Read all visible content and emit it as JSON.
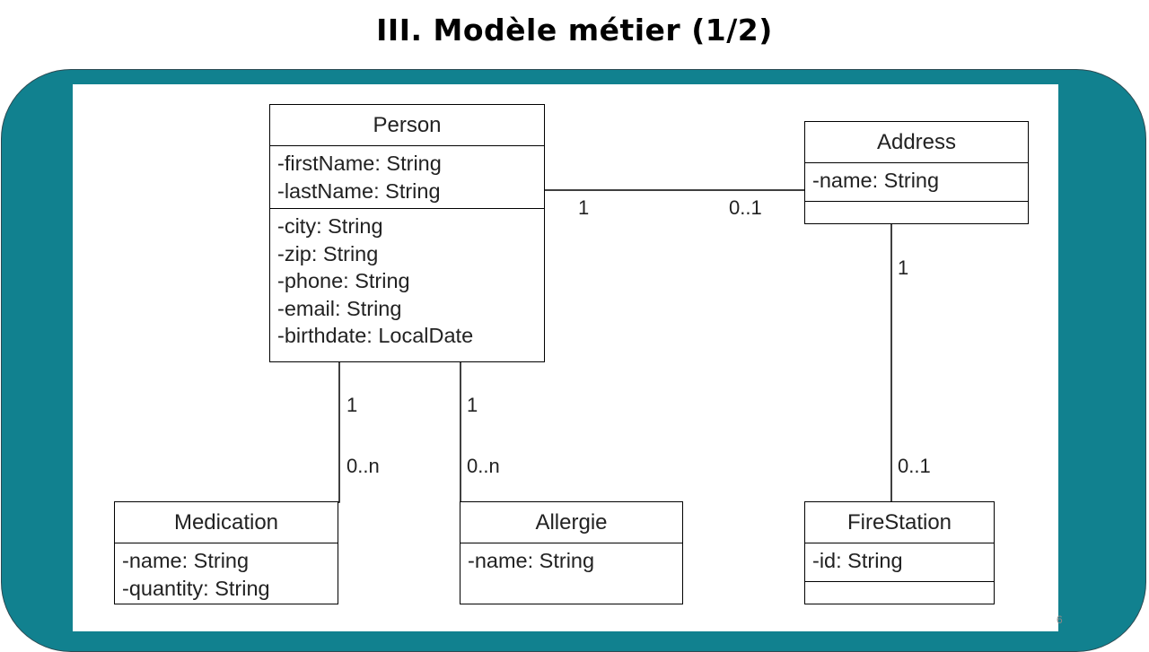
{
  "title": "III. Modèle métier (1/2)",
  "page_number": "6",
  "classes": {
    "person": {
      "name": "Person",
      "attrs1": [
        "-firstName: String",
        "-lastName: String"
      ],
      "attrs2": [
        "-city: String",
        "-zip: String",
        "-phone: String",
        "-email: String",
        "-birthdate: LocalDate"
      ]
    },
    "address": {
      "name": "Address",
      "attrs": [
        "-name: String"
      ]
    },
    "medication": {
      "name": "Medication",
      "attrs": [
        "-name: String",
        "-quantity: String"
      ]
    },
    "allergie": {
      "name": "Allergie",
      "attrs": [
        "-name: String"
      ]
    },
    "firestation": {
      "name": "FireStation",
      "attrs": [
        "-id: String"
      ]
    }
  },
  "multiplicities": {
    "person_address_person": "1",
    "person_address_address": "0..1",
    "address_firestation_address": "1",
    "address_firestation_firestation": "0..1",
    "person_medication_person": "1",
    "person_medication_medication": "0..n",
    "person_allergie_person": "1",
    "person_allergie_allergie": "0..n"
  }
}
